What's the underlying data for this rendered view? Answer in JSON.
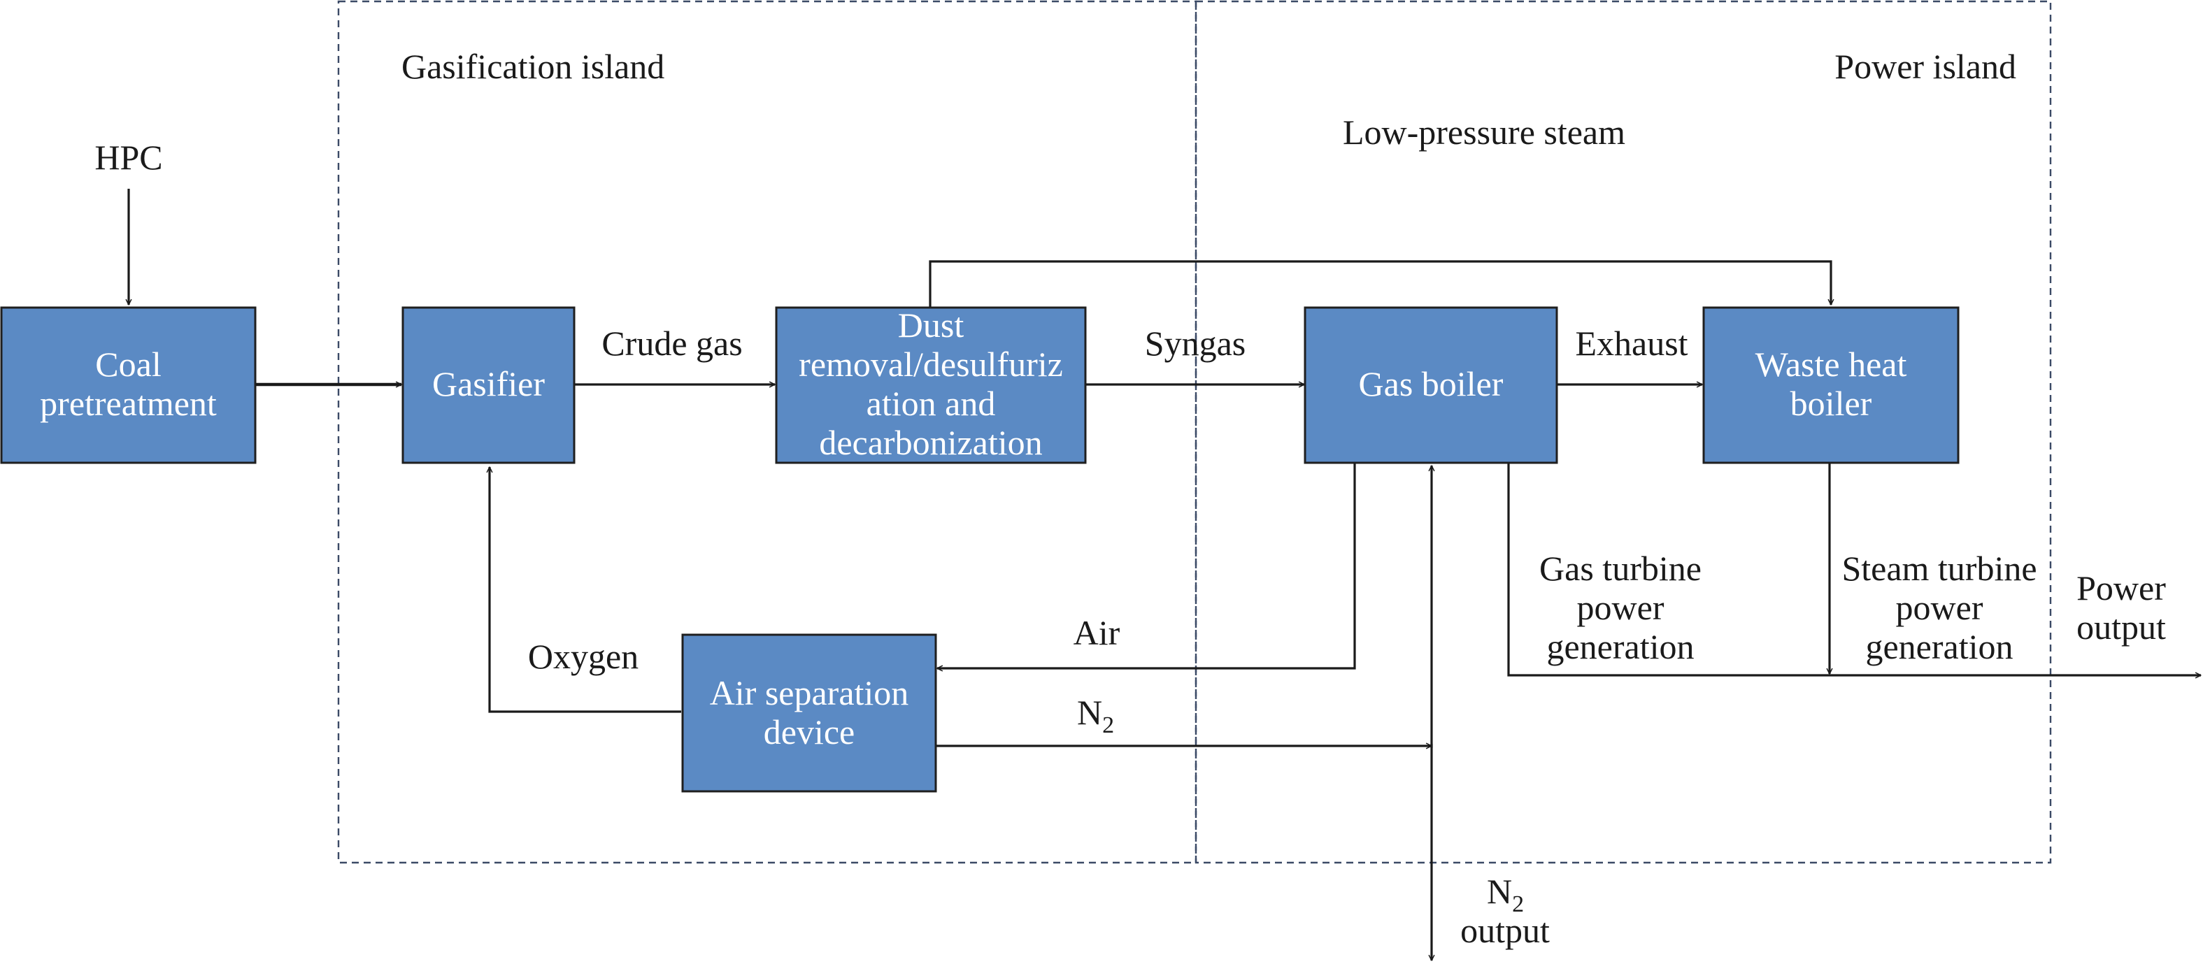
{
  "regions": {
    "gasification_island": "Gasification island",
    "power_island": "Power island"
  },
  "blocks": {
    "coal_pretreatment": [
      "Coal",
      "pretreatment"
    ],
    "gasifier": [
      "Gasifier"
    ],
    "dust_removal": [
      "Dust",
      "removal/desulfuriz",
      "ation and",
      "decarbonization"
    ],
    "gas_boiler": [
      "Gas boiler"
    ],
    "waste_heat_boiler": [
      "Waste heat",
      "boiler"
    ],
    "air_separation": [
      "Air separation",
      "device"
    ]
  },
  "labels": {
    "hpc": "HPC",
    "crude_gas": "Crude gas",
    "syngas": "Syngas",
    "exhaust": "Exhaust",
    "low_pressure_steam": "Low-pressure steam",
    "oxygen": "Oxygen",
    "air": "Air",
    "n2_base": "N",
    "n2_sub": "2",
    "n2_output_base": "N",
    "n2_output_sub": "2",
    "n2_output_word": "output",
    "gas_turbine": [
      "Gas turbine",
      "power",
      "generation"
    ],
    "steam_turbine": [
      "Steam turbine",
      "power",
      "generation"
    ],
    "power_output": [
      "Power",
      "output"
    ]
  },
  "colors": {
    "block_fill": "#5b8ac4",
    "line": "#1a1a1a",
    "region_border": "#3b4a66"
  }
}
